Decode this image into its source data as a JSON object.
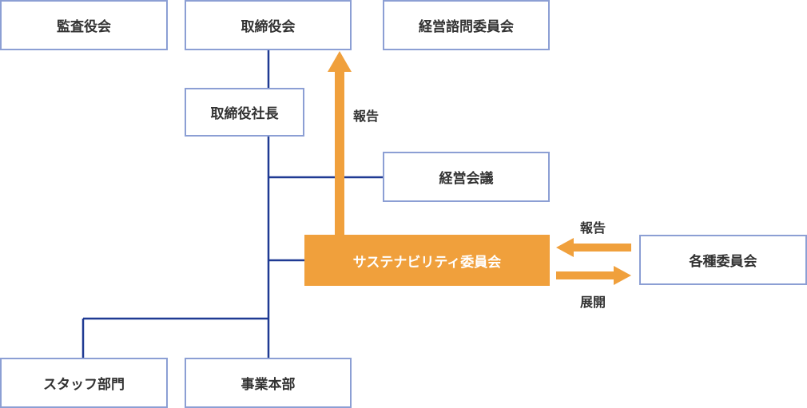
{
  "colors": {
    "box_border": "#8c9fd4",
    "line": "#1f3a93",
    "accent": "#f0a03c",
    "text": "#333333"
  },
  "boxes": {
    "audit": "監査役会",
    "board": "取締役会",
    "advisory": "経営諮問委員会",
    "president": "取締役社長",
    "management_meeting": "経営会議",
    "sustainability": "サステナビリティ委員会",
    "committees": "各種委員会",
    "staff": "スタッフ部門",
    "business": "事業本部"
  },
  "arrow_labels": {
    "report_up": "報告",
    "report_left": "報告",
    "deploy_right": "展開"
  }
}
